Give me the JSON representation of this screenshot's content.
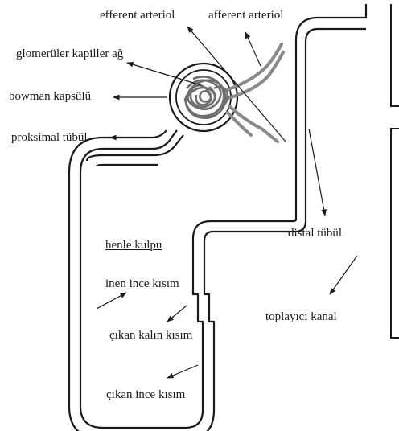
{
  "labels": {
    "efferent": "efferent arteriol",
    "afferent": "afferent arteriol",
    "glomerul": "glomerüler kapiller ağ",
    "bowman": "bowman kapsülü",
    "proksimal": "proksimal tübül",
    "henle": "henle kulpu",
    "inen": "inen ince kısım",
    "kalin": "çıkan kalın kısım",
    "ince": "çıkan ince kısım",
    "distal": "distal tübül",
    "toplayici": "toplayıcı kanal"
  },
  "colors": {
    "tubule": "#1a1a1a",
    "arterioles": "#8a8a8a",
    "glomerulus": "#7a7a7a",
    "text": "#1a1a1a"
  }
}
